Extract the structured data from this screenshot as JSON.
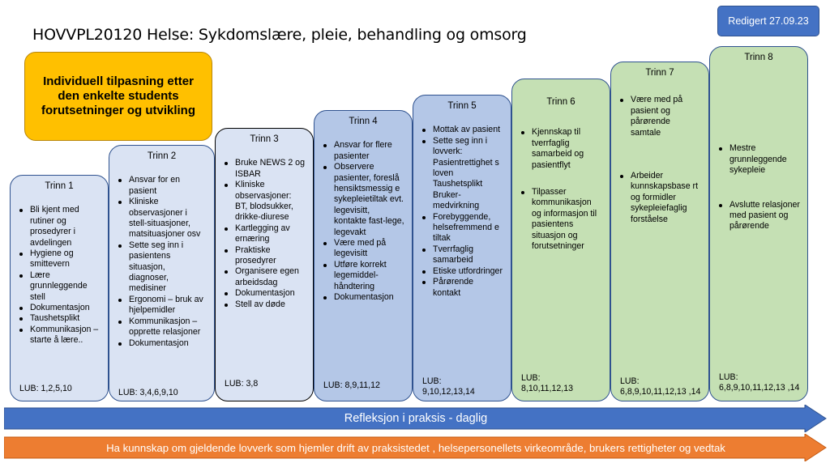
{
  "title": "HOVVPL20120 Helse: Sykdomslære, pleie, behandling og omsorg",
  "edited_badge": "Redigert 27.09.23",
  "callout": "Individuell tilpasning etter den enkelte students forutsetninger og utvikling",
  "steps": [
    {
      "label": "Trinn 1",
      "items": [
        "Bli kjent med rutiner og prosedyrer i avdelingen",
        "Hygiene og smittevern",
        "Lære grunnleggende stell",
        "Dokumentasjon",
        "Taushetsplikt",
        "Kommunikasjon – starte å lære.."
      ],
      "lub": "LUB: 1,2,5,10"
    },
    {
      "label": "Trinn 2",
      "items": [
        "Ansvar for en pasient",
        "Kliniske observasjoner i stell-situasjoner, matsituasjoner osv",
        "Sette seg inn i pasientens situasjon, diagnoser, medisiner",
        "Ergonomi – bruk av hjelpemidler",
        "Kommunikasjon – opprette relasjoner",
        "Dokumentasjon"
      ],
      "lub": "LUB: 3,4,6,9,10"
    },
    {
      "label": "Trinn 3",
      "items": [
        "Bruke NEWS 2 og ISBAR",
        "Kliniske observasjoner: BT, blodsukker, drikke-diurese",
        "Kartlegging av ernæring",
        "Praktiske prosedyrer",
        "Organisere egen arbeidsdag",
        "Dokumentasjon",
        "Stell av døde"
      ],
      "lub": "LUB: 3,8"
    },
    {
      "label": "Trinn 4",
      "items": [
        "Ansvar for flere pasienter",
        "Observere pasienter, foreslå hensiktsmessig e sykepleietiltak evt. legevisitt, kontakte fast-lege, legevakt",
        "Være med på legevisitt",
        "Utføre korrekt legemiddel-håndtering",
        "Dokumentasjon"
      ],
      "lub": "LUB: 8,9,11,12"
    },
    {
      "label": "Trinn 5",
      "items": [
        "Mottak av pasient",
        "Sette seg inn i lovverk: Pasientrettighet s loven Taushetsplikt Bruker-medvirkning",
        "Forebyggende, helsefremmend e tiltak",
        "Tverrfaglig samarbeid",
        "Etiske utfordringer",
        "Pårørende kontakt"
      ],
      "lub": "LUB: 9,10,12,13,14"
    },
    {
      "label": "Trinn 6",
      "items": [
        "Kjennskap til tverrfaglig samarbeid og pasientflyt",
        "Tilpasser kommunikasjon og informasjon til pasientens situasjon og forutsetninger"
      ],
      "lub": "LUB: 8,10,11,12,13"
    },
    {
      "label": "Trinn 7",
      "items": [
        "Være med på pasient og pårørende samtale",
        "Arbeider kunnskapsbase rt og formidler sykepleiefaglig forståelse"
      ],
      "lub": "LUB: 6,8,9,10,11,12,13 ,14"
    },
    {
      "label": "Trinn 8",
      "items": [
        "Mestre grunnleggende sykepleie",
        "Avslutte relasjoner med pasient og pårørende"
      ],
      "lub": "LUB: 6,8,9,10,11,12,13 ,14"
    }
  ],
  "arrows": {
    "blue": "Refleksjon i praksis - daglig",
    "orange": "Ha kunnskap om gjeldende lovverk som hjemler drift av praksistedet , helsepersonellets virkeområde, brukers rettigheter og vedtak",
    "blue_color": "#4472c4",
    "orange_color": "#ed7d31"
  }
}
